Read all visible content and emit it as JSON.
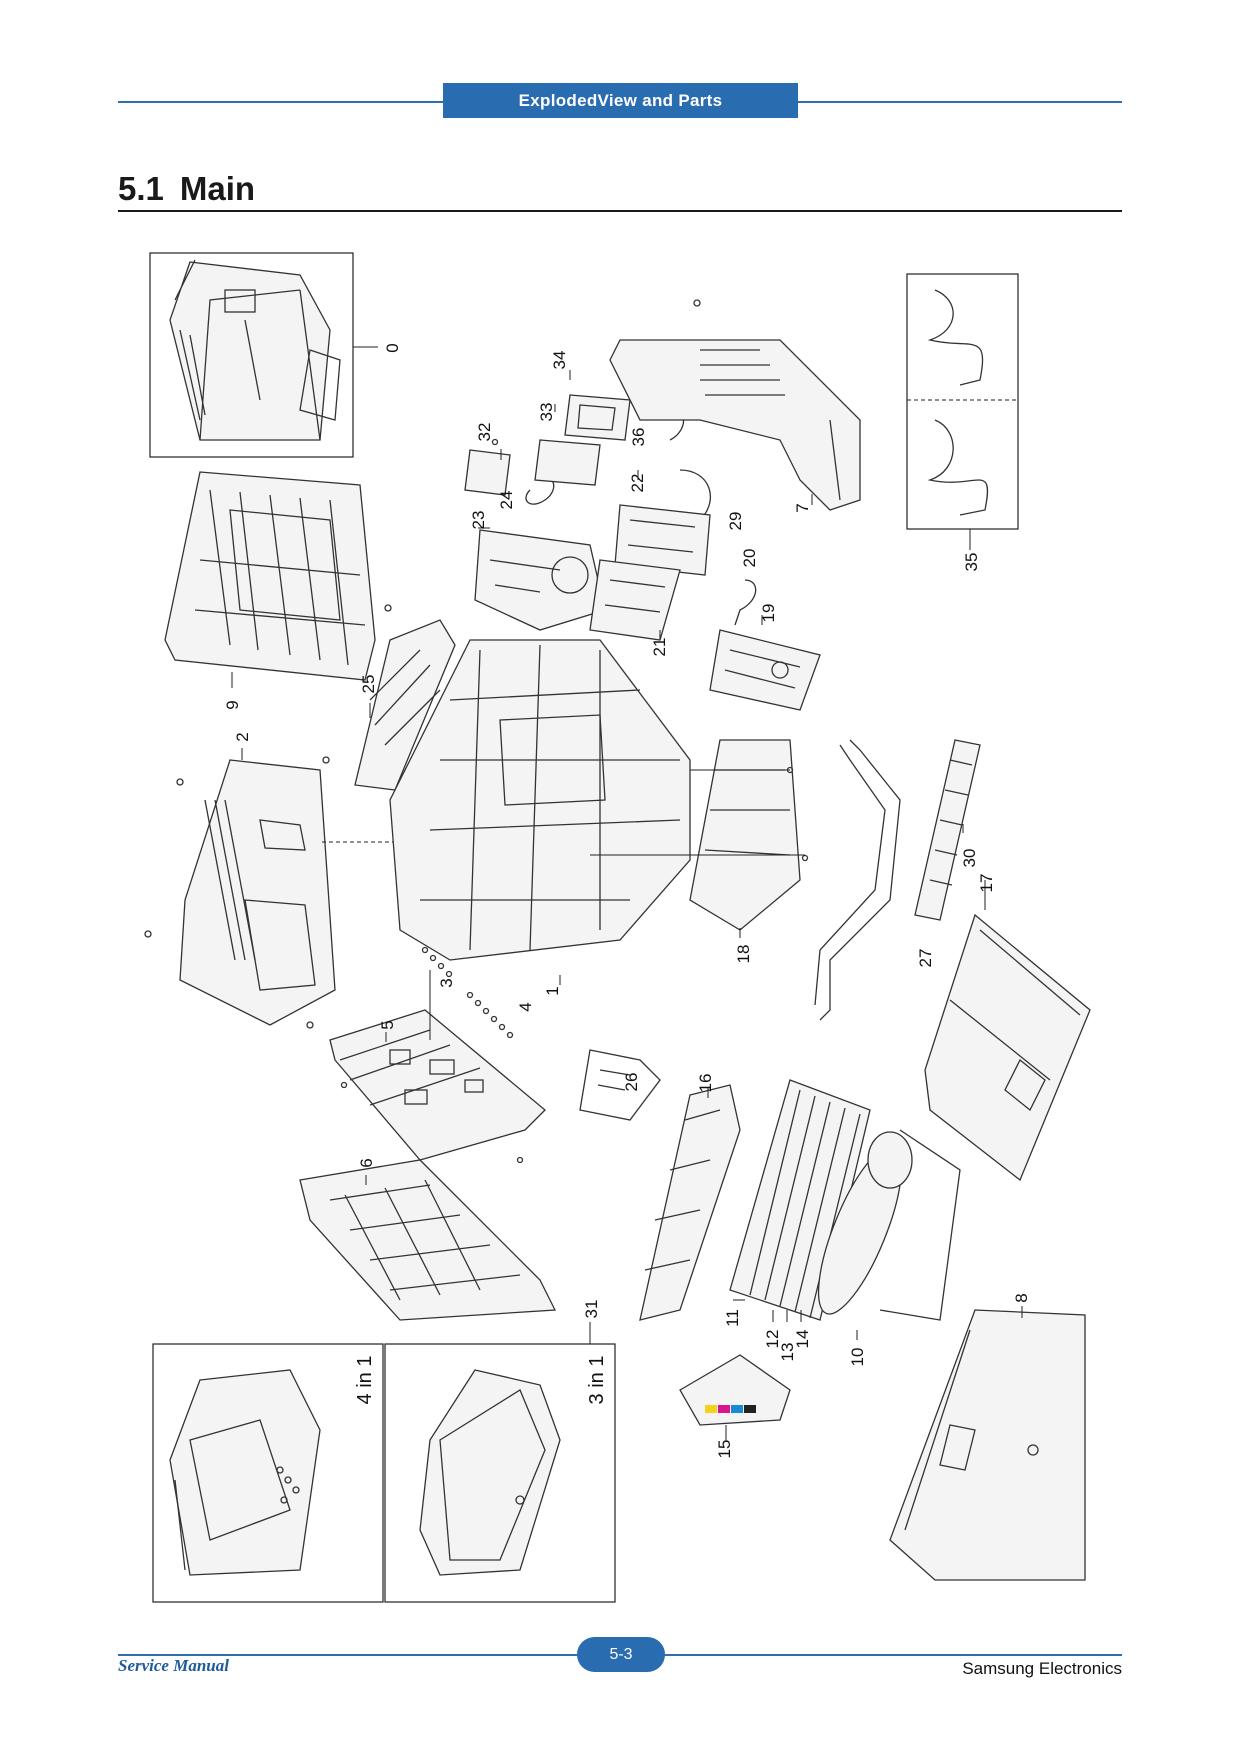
{
  "header": {
    "title": "ExplodedView and Parts"
  },
  "section": {
    "number": "5.1",
    "title": "Main"
  },
  "callouts": {
    "c0": "0",
    "c1": "1",
    "c2": "2",
    "c3": "3",
    "c4": "4",
    "c5": "5",
    "c6": "6",
    "c7": "7",
    "c8": "8",
    "c9": "9",
    "c10": "10",
    "c11": "11",
    "c12": "12",
    "c13": "13",
    "c14": "14",
    "c15": "15",
    "c16": "16",
    "c17": "17",
    "c18": "18",
    "c19": "19",
    "c20": "20",
    "c21": "21",
    "c22": "22",
    "c23": "23",
    "c24": "24",
    "c25": "25",
    "c26": "26",
    "c27": "27",
    "c29": "29",
    "c30": "30",
    "c31": "31",
    "c32": "32",
    "c33": "33",
    "c34": "34",
    "c35": "35",
    "c36": "36"
  },
  "variants": {
    "four_in_one": "4 in 1",
    "three_in_one": "3 in 1"
  },
  "footer": {
    "left": "Service Manual",
    "page": "5-3",
    "right": "Samsung Electronics"
  }
}
